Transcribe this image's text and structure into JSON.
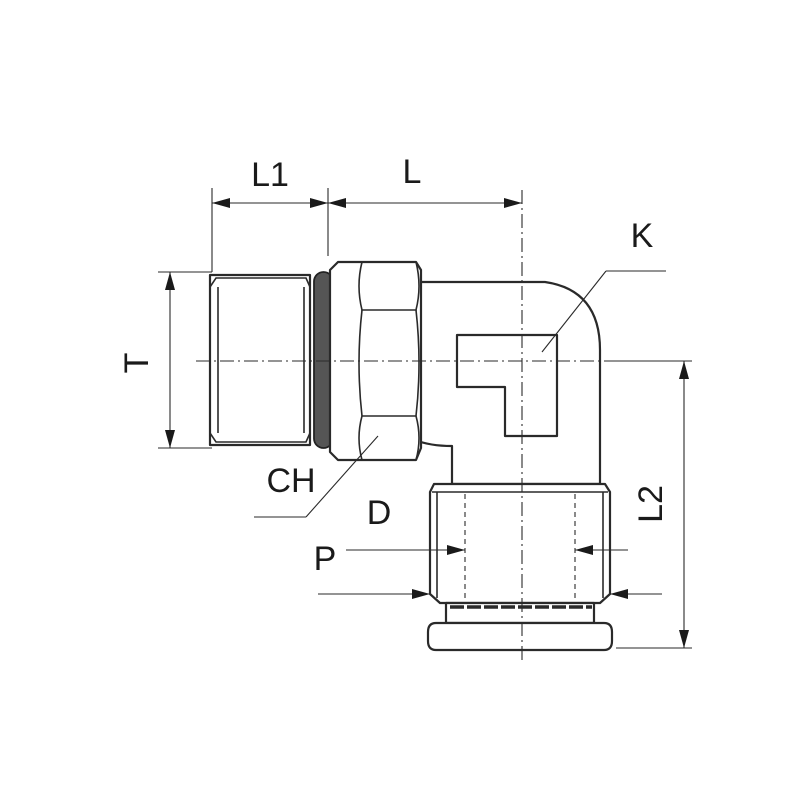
{
  "labels": {
    "L1": "L1",
    "L": "L",
    "K": "K",
    "T": "T",
    "CH": "CH",
    "D": "D",
    "P": "P",
    "L2": "L2"
  },
  "colors": {
    "line": "#2a2a2a",
    "oring": "#555555",
    "background": "#ffffff"
  }
}
